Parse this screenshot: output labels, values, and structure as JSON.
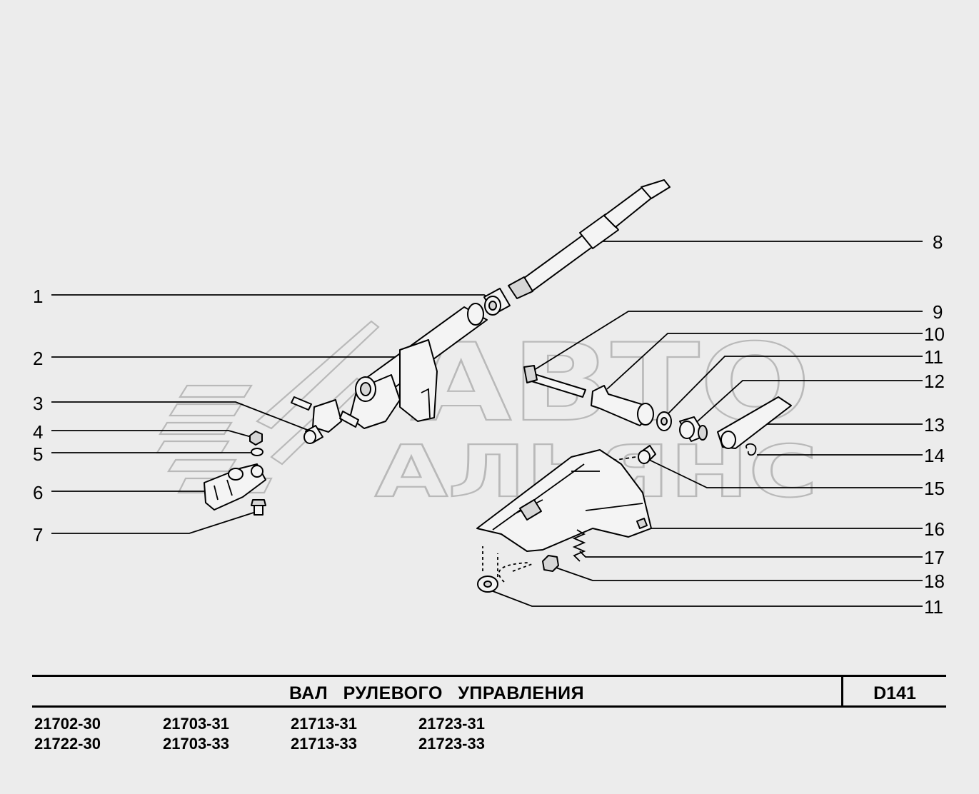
{
  "watermark": {
    "line1": "АВТО",
    "line2": "АЛЬЯНС"
  },
  "callouts": {
    "c1": "1",
    "c2": "2",
    "c3": "3",
    "c4": "4",
    "c5": "5",
    "c6": "6",
    "c7": "7",
    "c8": "8",
    "c9": "9",
    "c10": "10",
    "c11a": "11",
    "c12": "12",
    "c13": "13",
    "c14": "14",
    "c15": "15",
    "c16": "16",
    "c17": "17",
    "c18": "18",
    "c11b": "11"
  },
  "title": "ВАЛ РУЛЕВОГО УПРАВЛЕНИЯ",
  "page_code": "D141",
  "models": [
    [
      "21702-30",
      "21722-30"
    ],
    [
      "21703-31",
      "21703-33"
    ],
    [
      "21713-31",
      "21713-33"
    ],
    [
      "21723-31",
      "21723-33"
    ]
  ],
  "colors": {
    "background": "#ececec",
    "line": "#000000",
    "watermark": "#b9b9b9"
  }
}
